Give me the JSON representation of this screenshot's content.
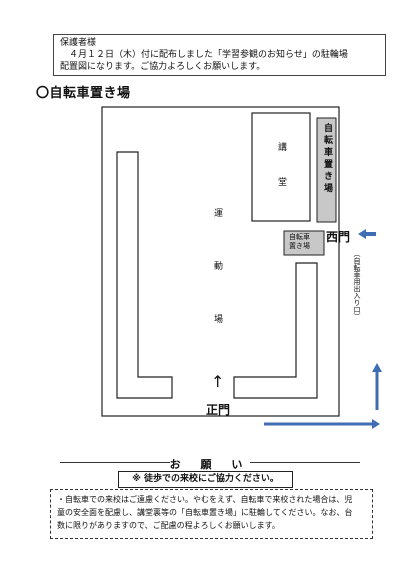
{
  "notice": {
    "line1": "保護者様",
    "line2": "　４月１２日（木）付に配布しました「学習参観のお知らせ」の駐輪場",
    "line3": "配置図になります。ご協力よろしくお願いします。"
  },
  "map": {
    "title": "〇自転車置き場",
    "auditorium": "講 堂",
    "bike_area_right": "自転車置き場",
    "bike_area_small_line1": "自転車",
    "bike_area_small_line2": "置き場",
    "playground": "運 動 場",
    "west_gate": "西門",
    "bike_entrance": "（自転車用出入り口）",
    "main_gate": "正門",
    "arrow_up": "↑"
  },
  "request": {
    "heading": "お 願 い",
    "walk_note": "※ 徒歩での来校にご協力ください。",
    "text_line1": "・自転車での来校はご遠慮ください。やむをえず、自転車で来校された場合は、児",
    "text_line2": "童の安全面を配慮し、講堂裏等の「自転車置き場」に駐輪してください。なお、台",
    "text_line3": "数に限りがありますので、ご配慮の程よろしくお願いします。"
  },
  "colors": {
    "bike_area_fill": "#c8c8c8",
    "arrow_blue": "#3f6db3"
  }
}
